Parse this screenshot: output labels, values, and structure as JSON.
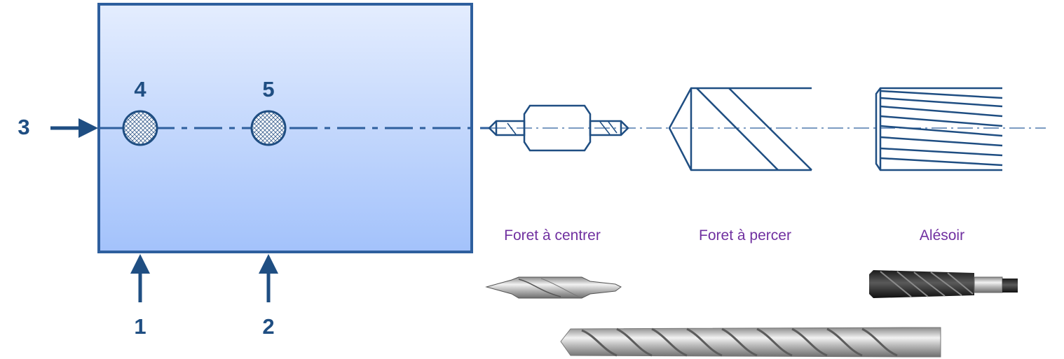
{
  "markers": {
    "m1": "1",
    "m2": "2",
    "m3": "3",
    "m4": "4",
    "m5": "5"
  },
  "tools": {
    "center_drill": "Foret à centrer",
    "twist_drill": "Foret à percer",
    "reamer": "Alésoir"
  },
  "colors": {
    "outline": "#1f4e82",
    "block_top": "#e4edfe",
    "block_bottom": "#a3c2fb",
    "label": "#7030a0"
  }
}
